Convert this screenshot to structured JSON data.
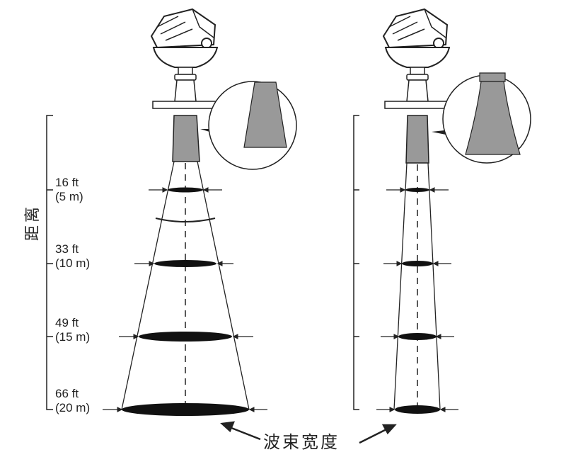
{
  "axis_label": "距离",
  "distances": [
    {
      "ft": "16 ft",
      "m": "(5 m)"
    },
    {
      "ft": "33 ft",
      "m": "(10 m)"
    },
    {
      "ft": "49 ft",
      "m": "(15 m)"
    },
    {
      "ft": "66 ft",
      "m": "(20 m)"
    }
  ],
  "caption": "波束宽度",
  "colors": {
    "line": "#222222",
    "horn_fill": "#999999"
  }
}
